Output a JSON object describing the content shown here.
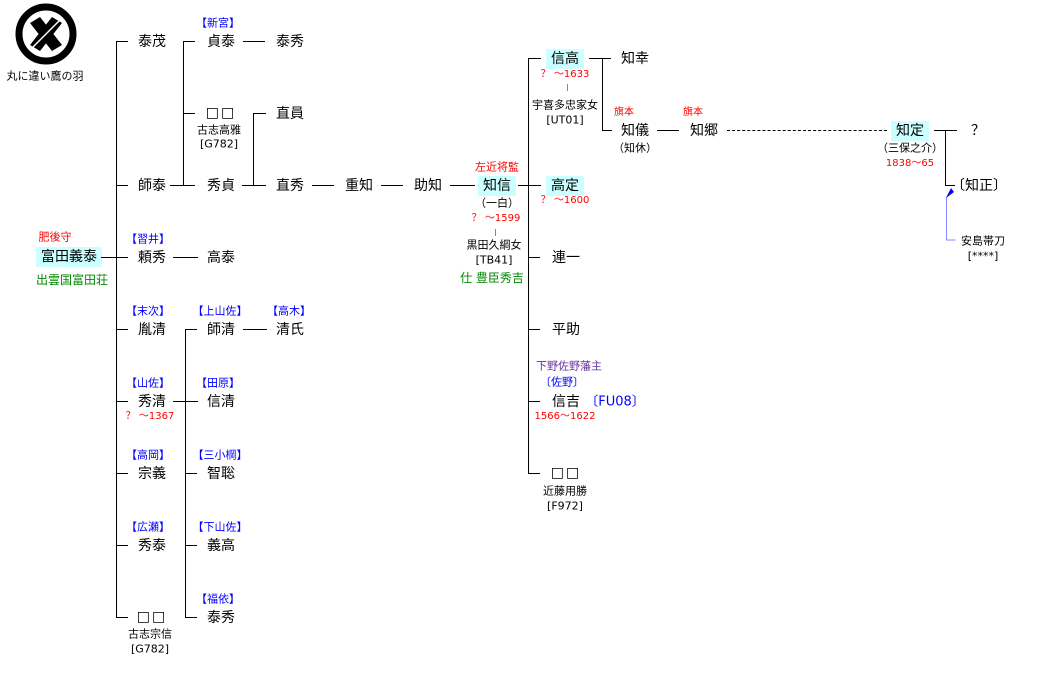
{
  "crest": {
    "label": "丸に違い鷹の羽"
  },
  "root": {
    "title": "肥後守",
    "name": "富田義泰",
    "origin": "出雲国富田荘"
  },
  "gen1": [
    {
      "name": "泰茂"
    },
    {
      "name": "師泰"
    },
    {
      "name": "頼秀",
      "house": "【習井】"
    },
    {
      "name": "胤清",
      "house": "【末次】"
    },
    {
      "name": "秀清",
      "house": "【山佐】",
      "dates": "？ ～1367"
    },
    {
      "name": "宗義",
      "house": "【高岡】"
    },
    {
      "name": "秀泰",
      "house": "【広瀬】"
    },
    {
      "name": "□□",
      "alias": "古志宗信",
      "code": "[G782]"
    }
  ],
  "shitai_children": [
    {
      "name": "貞泰",
      "house": "【新宮】"
    },
    {
      "name": "□□",
      "alias": "古志高雅",
      "code": "[G782]"
    },
    {
      "name": "秀貞"
    }
  ],
  "sadayasu_child": "泰秀",
  "yorihide_child": "高泰",
  "hidesada_children": [
    "直員",
    "直秀"
  ],
  "line": [
    "重知",
    "助知"
  ],
  "tomonobu": {
    "title": "左近将監",
    "name": "知信",
    "alias": "（一白）",
    "dates": "？ ～1599",
    "wife": "黒田久綱女",
    "wife_code": "[TB41]",
    "service": "仕 豊臣秀吉"
  },
  "tanekiyo_line": [
    {
      "name": "師清",
      "house": "【上山佐】"
    },
    {
      "name": "清氏",
      "house": "【高木】"
    }
  ],
  "hidekiyo_children": [
    {
      "name": "信清",
      "house": "【田原】"
    },
    {
      "name": "智聡",
      "house": "【三小棡】"
    },
    {
      "name": "義高",
      "house": "【下山佐】"
    },
    {
      "name": "泰秀",
      "house": "【福依】"
    }
  ],
  "tomonobu_children": [
    {
      "name": "信高",
      "dates": "？ ～1633",
      "wife": "宇喜多忠家女",
      "wife_code": "[UT01]"
    },
    {
      "name": "高定",
      "dates": "？ ～1600"
    },
    {
      "name": "連一"
    },
    {
      "name": "平助"
    },
    {
      "name": "信吉",
      "title": "下野佐野藩主",
      "house": "〔佐野〕",
      "code": "〔FU08〕",
      "dates": "1566～1622"
    },
    {
      "name": "□□",
      "alias": "近藤用勝",
      "code": "[F972]"
    }
  ],
  "nobutaka_children": [
    {
      "name": "知幸"
    },
    {
      "name": "知儀",
      "title": "旗本",
      "alias": "（知休）"
    }
  ],
  "tomosato": {
    "name": "知郷",
    "title": "旗本"
  },
  "tomosada": {
    "name": "知定",
    "alias": "（三保之介）",
    "dates": "1838～65"
  },
  "tomosada_children": [
    "？",
    "〔知正〕"
  ],
  "adoptee": {
    "name": "安島帯刀",
    "code": "[****]"
  },
  "colors": {
    "highlight": "#ccffff",
    "house": "#0000ff",
    "date": "#ff0000",
    "origin": "#008800",
    "fief": "#663399"
  }
}
